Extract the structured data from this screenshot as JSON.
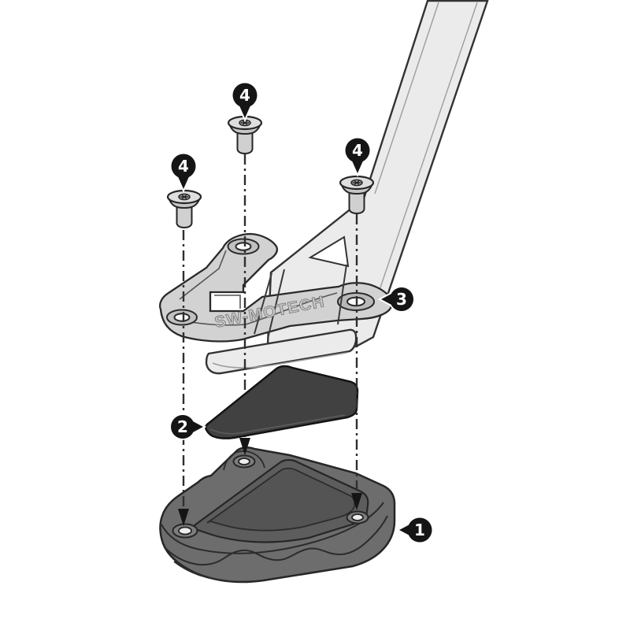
{
  "palette": {
    "background": "#ffffff",
    "outline": "#2a2a2a",
    "leg_fill": "#ebebeb",
    "bracket_fill": "#d2d2d2",
    "wedge_fill": "#414141",
    "base_fill": "#6d6d6d",
    "pocket_fill": "#5d5d5d",
    "callout_fill": "#151515",
    "callout_text": "#ffffff",
    "engraving_fill": "#c9c9c9"
  },
  "engraving": {
    "text": "SW-MOTECH"
  },
  "callouts": [
    {
      "label": "4"
    },
    {
      "label": "4"
    },
    {
      "label": "4"
    },
    {
      "label": "3"
    },
    {
      "label": "2"
    },
    {
      "label": "1"
    }
  ]
}
